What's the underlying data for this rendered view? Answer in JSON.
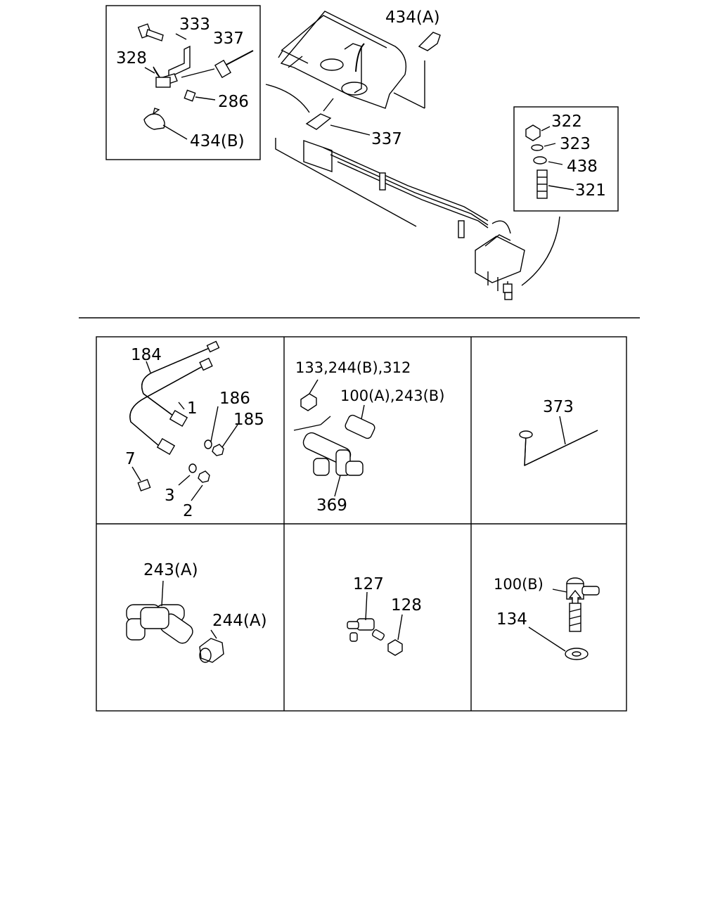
{
  "top": {
    "inset_left": [
      "333",
      "337",
      "328",
      "286",
      "434(B)"
    ],
    "main": [
      "434(A)",
      "337"
    ],
    "inset_right": [
      "322",
      "323",
      "438",
      "321"
    ]
  },
  "grid": {
    "cell1": [
      "184",
      "1",
      "186",
      "185",
      "7",
      "3",
      "2"
    ],
    "cell2": [
      "133,244(B),312",
      "100(A),243(B)",
      "369"
    ],
    "cell3": [
      "373"
    ],
    "cell4": [
      "243(A)",
      "244(A)"
    ],
    "cell5": [
      "127",
      "128"
    ],
    "cell6": [
      "100(B)",
      "134"
    ]
  }
}
